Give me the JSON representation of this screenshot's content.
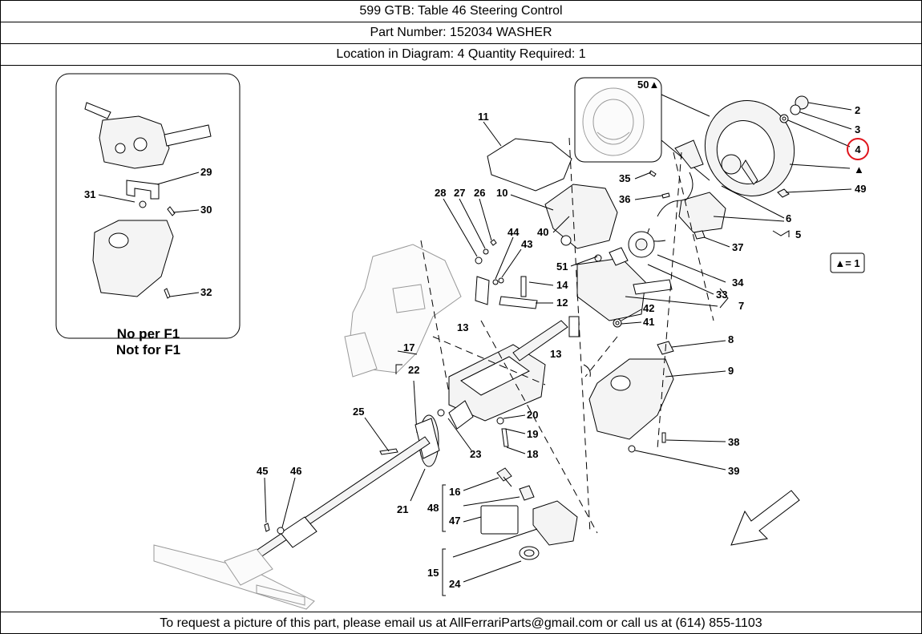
{
  "header": {
    "title_line": "599 GTB:   Table 46 Steering Control",
    "part_line": "Part Number: 152034   WASHER",
    "location_line": "Location in Diagram: 4   Quantity Required: 1"
  },
  "footer": {
    "text": "To request a picture of this part, please email us at AllFerrariParts@gmail.com or call us at (614) 855-1103"
  },
  "diagram": {
    "inset_note_line1": "No per F1",
    "inset_note_line2": "Not for F1",
    "legend": "▲= 1",
    "highlighted_callout": "4",
    "callouts": [
      "2",
      "3",
      "4",
      "▲",
      "49",
      "50▲",
      "11",
      "35",
      "36",
      "6",
      "5",
      "37",
      "28",
      "27",
      "26",
      "10",
      "40",
      "44",
      "43",
      "51",
      "14",
      "12",
      "34",
      "33",
      "7",
      "42",
      "41",
      "13",
      "13",
      "8",
      "9",
      "17",
      "22",
      "20",
      "19",
      "18",
      "23",
      "25",
      "21",
      "45",
      "46",
      "16",
      "48",
      "47",
      "15",
      "24",
      "38",
      "39",
      "29",
      "31",
      "30",
      "32"
    ]
  },
  "colors": {
    "highlight": "#e0141c",
    "line": "#000000"
  }
}
